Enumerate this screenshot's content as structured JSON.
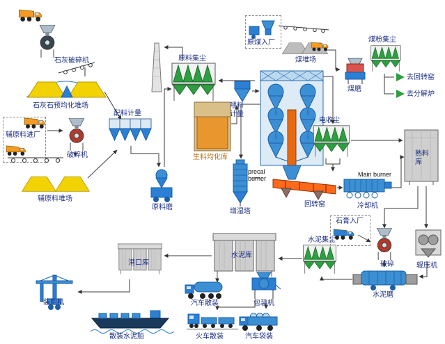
{
  "palette": {
    "label_blue": "#1c2f87",
    "machine_blue": "#2b7fd4",
    "dust_green": "#2f9e41",
    "kiln_orange": "#ff6a1a",
    "pile_yellow": "#f2d200",
    "silo_gray": "#c9c9c9",
    "truck_orange": "#f59a23"
  },
  "labels": {
    "limestone_crusher": "石灰破碎机",
    "limestone_yard": "石灰石预均化堆场",
    "aux_entry": "辅原料进厂",
    "crusher": "破碎机",
    "aux_yard": "辅原料堆场",
    "batching": "配料计量",
    "raw_dust": "原料集尘",
    "coal_entry": "原煤入厂",
    "coal_yard": "煤堆场",
    "coal_dust": "煤粉集尘",
    "coal_mill": "煤磨",
    "to_kiln": "去回转窑",
    "to_calciner": "去分解炉",
    "feed_meter": "喂料计量",
    "raw_meal_silo": "生料均化库",
    "precal_burner": "precal burner",
    "ep_dust": "电收尘",
    "clinker_silo": "熟料库",
    "raw_mill": "原料磨",
    "humidifier": "增湿塔",
    "rotary_kiln": "回转窑",
    "cooler": "冷却机",
    "main_burner": "Main burner",
    "gypsum_entry": "石膏入厂",
    "cement_dust": "水泥集尘",
    "crushing": "破碎",
    "roller_press": "辊压机",
    "cement_silo": "水泥库",
    "cement_mill": "水泥磨",
    "port_silo": "港口库",
    "ship_loader": "装船机",
    "bulk_ship": "散装水泥船",
    "truck_bulk": "汽车散装",
    "packer": "包装机",
    "train_bulk": "火车散装",
    "truck_bags": "汽车袋装"
  }
}
